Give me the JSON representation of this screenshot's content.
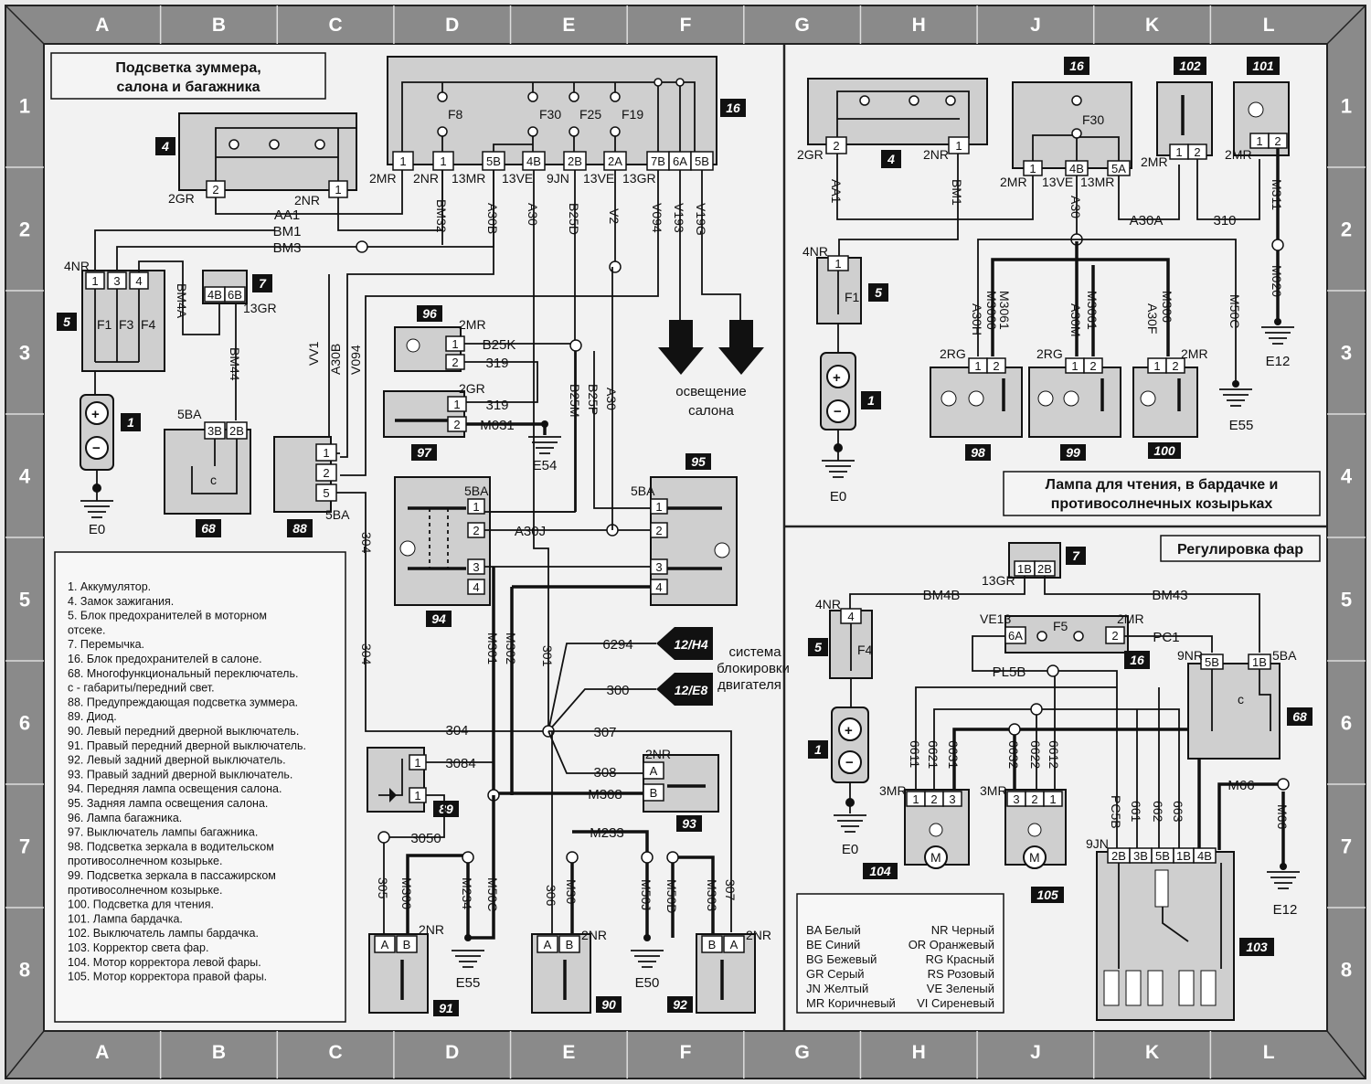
{
  "frame": {
    "columns": [
      "A",
      "B",
      "C",
      "D",
      "E",
      "F",
      "G",
      "H",
      "J",
      "K",
      "L"
    ],
    "rows": [
      "1",
      "2",
      "3",
      "4",
      "5",
      "6",
      "7",
      "8"
    ]
  },
  "titles": {
    "left": [
      "Подсветка зуммера,",
      "салона и багажника"
    ],
    "right_top": [
      "Лампа для чтения, в бардачке и",
      "противосолнечных козырьках"
    ],
    "right_bottom": "Регулировка фар"
  },
  "components": {
    "c1": "1",
    "c4": "4",
    "c5": "5",
    "c7": "7",
    "c16": "16",
    "c68": "68",
    "c88": "88",
    "c89": "89",
    "c90": "90",
    "c91": "91",
    "c92": "92",
    "c93": "93",
    "c94": "94",
    "c95": "95",
    "c96": "96",
    "c97": "97",
    "c98": "98",
    "c99": "99",
    "c100": "100",
    "c101": "101",
    "c102": "102",
    "c103": "103",
    "c104": "104",
    "c105": "105"
  },
  "fuses": {
    "f8": "F8",
    "f30": "F30",
    "f25": "F25",
    "f19": "F19",
    "f1": "F1",
    "f3": "F3",
    "f4": "F4",
    "f5": "F5"
  },
  "wires": {
    "aa1": "AA1",
    "bm1": "BM1",
    "bm3": "BM3",
    "bm32": "BM32",
    "a30b": "A30B",
    "a30": "A30",
    "b25d": "B25D",
    "v2": "V2",
    "v094": "V094",
    "v193": "V193",
    "v19g": "V19G",
    "bm4a": "BM4A",
    "bm44": "BM44",
    "vv1": "VV1",
    "b25k": "B25K",
    "w319": "319",
    "m031": "M031",
    "b25m": "B25M",
    "b25p": "B25P",
    "a30j": "A30J",
    "w304": "304",
    "m301": "M301",
    "m302": "M302",
    "w301": "301",
    "w6294": "6294",
    "w300": "300",
    "w307": "307",
    "w308": "308",
    "m308": "M308",
    "w3084": "3084",
    "w3050": "3050",
    "m233": "M233",
    "w305": "305",
    "m300": "M300",
    "m234": "M234",
    "m50c": "M50C",
    "w306": "306",
    "m30": "M30",
    "m50j": "M50J",
    "m50d": "M50D",
    "m303": "M303",
    "a30a": "A30A",
    "w310": "310",
    "m311": "M311",
    "m020": "M020",
    "a30h": "A30H",
    "m3060": "M3060",
    "m3061": "M3061",
    "a30m": "A30M",
    "a30f": "A30F",
    "m306": "M306",
    "bm4b": "BM4B",
    "bm43": "BM43",
    "ve13": "VE13",
    "pc1": "PC1",
    "pl5b": "PL5B",
    "w6611": "6611",
    "w6621": "6621",
    "w6631": "6631",
    "w6632": "6632",
    "w6622": "6622",
    "w6612": "6612",
    "pc5b": "PC5B",
    "w661": "661",
    "w662": "662",
    "w663": "663",
    "m66": "M66"
  },
  "pins": {
    "p1": "1",
    "p2": "2",
    "p3": "3",
    "p4": "4",
    "p5": "5",
    "p4b": "4B",
    "p6b": "6B",
    "p3b": "3B",
    "p2b": "2B",
    "p5b": "5B",
    "p2a": "2A",
    "p7b": "7B",
    "p6a": "6A",
    "pa": "A",
    "pb": "B",
    "p5a": "5A",
    "p1b": "1B",
    "p4b2": "4B"
  },
  "conn": {
    "mr2": "2MR",
    "nr2": "2NR",
    "mr13": "13MR",
    "ve13": "13VE",
    "jn9": "9JN",
    "gr13": "13GR",
    "gr2": "2GR",
    "nr4": "4NR",
    "ba5": "5BA",
    "rg2": "2RG",
    "mr3": "3MR",
    "nr9": "9NR"
  },
  "grounds": {
    "e0": "E0",
    "e12": "E12",
    "e54": "E54",
    "e55": "E55",
    "e50": "E50"
  },
  "refs": {
    "h4": "12/H4",
    "e8": "12/E8"
  },
  "notes": {
    "salon": [
      "освещение",
      "салона"
    ],
    "block": [
      "система",
      "блокировки",
      "двигателя"
    ],
    "c_mark": "c"
  },
  "legend": [
    "1. Аккумулятор.",
    "4. Замок зажигания.",
    "5. Блок предохранителей в моторном",
    "отсеке.",
    "7. Перемычка.",
    "16. Блок предохранителей в салоне.",
    "68. Многофункциональный переключатель.",
    " c - габариты/передний свет.",
    "88. Предупреждающая подсветка зуммера.",
    "89. Диод.",
    "90. Левый передний дверной выключатель.",
    "91. Правый передний дверной выключатель.",
    "92. Левый задний дверной выключатель.",
    "93. Правый задний дверной выключатель.",
    "94. Передняя лампа освещения салона.",
    "95. Задняя лампа освещения салона.",
    "96. Лампа багажника.",
    "97. Выключатель лампы багажника.",
    "98. Подсветка зеркала в водительском",
    "противосолнечном козырьке.",
    "99. Подсветка зеркала в пассажирском",
    "противосолнечном козырьке.",
    "100. Подсветка для чтения.",
    "101. Лампа бардачка.",
    "102. Выключатель лампы бардачка.",
    "103. Корректор света фар.",
    "104. Мотор корректора левой фары.",
    "105. Мотор корректора правой фары."
  ],
  "colors": [
    [
      "BA Белый",
      "NR Черный"
    ],
    [
      "BE Синий",
      "OR Оранжевый"
    ],
    [
      "BG Бежевый",
      "RG Красный"
    ],
    [
      "GR Серый",
      "RS Розовый"
    ],
    [
      "JN Желтый",
      "VE Зеленый"
    ],
    [
      "MR Коричневый",
      "VI Сиреневый"
    ]
  ]
}
